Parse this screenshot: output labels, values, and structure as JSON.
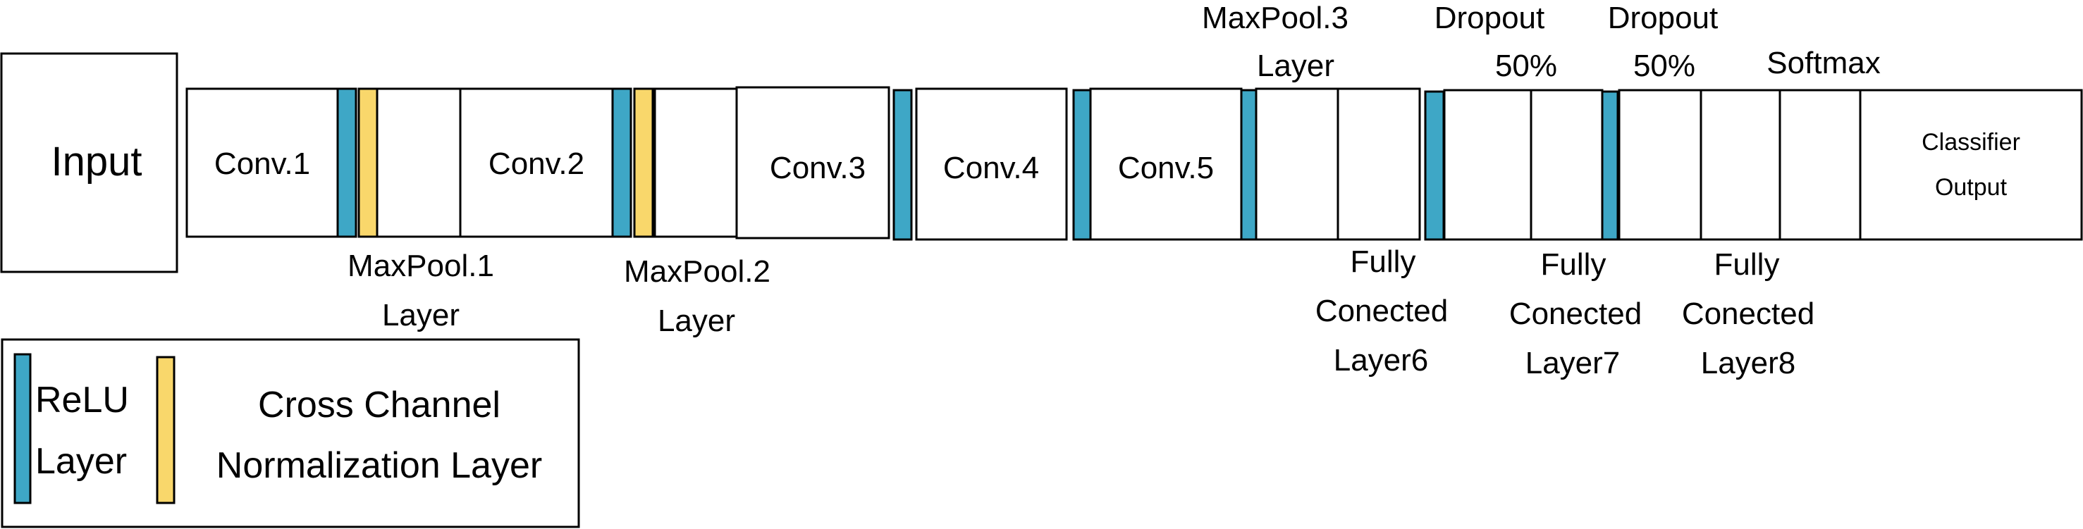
{
  "colors": {
    "relu": "#3ea7c6",
    "normalization": "#f9d76b",
    "stroke": "#000000",
    "background": "#ffffff"
  },
  "blocks": {
    "input": "Input",
    "conv1": "Conv.1",
    "conv2": "Conv.2",
    "conv3": "Conv.3",
    "conv4": "Conv.4",
    "conv5": "Conv.5",
    "classifier_output": [
      "Classifier",
      "Output"
    ]
  },
  "labels": {
    "maxpool1": [
      "MaxPool.1",
      "Layer"
    ],
    "maxpool2": [
      "MaxPool.2",
      "Layer"
    ],
    "maxpool3": [
      "MaxPool.3",
      "Layer"
    ],
    "dropout1": [
      "Dropout",
      "50%"
    ],
    "dropout2": [
      "Dropout",
      "50%"
    ],
    "softmax": "Softmax",
    "fc6": [
      "Fully",
      "Conected",
      "Layer6"
    ],
    "fc7": [
      "Fully",
      "Conected",
      "Layer7"
    ],
    "fc8": [
      "Fully",
      "Conected",
      "Layer8"
    ]
  },
  "legend": {
    "relu": [
      "ReLU",
      "Layer"
    ],
    "normalization": [
      "Cross Channel",
      "Normalization Layer"
    ]
  }
}
